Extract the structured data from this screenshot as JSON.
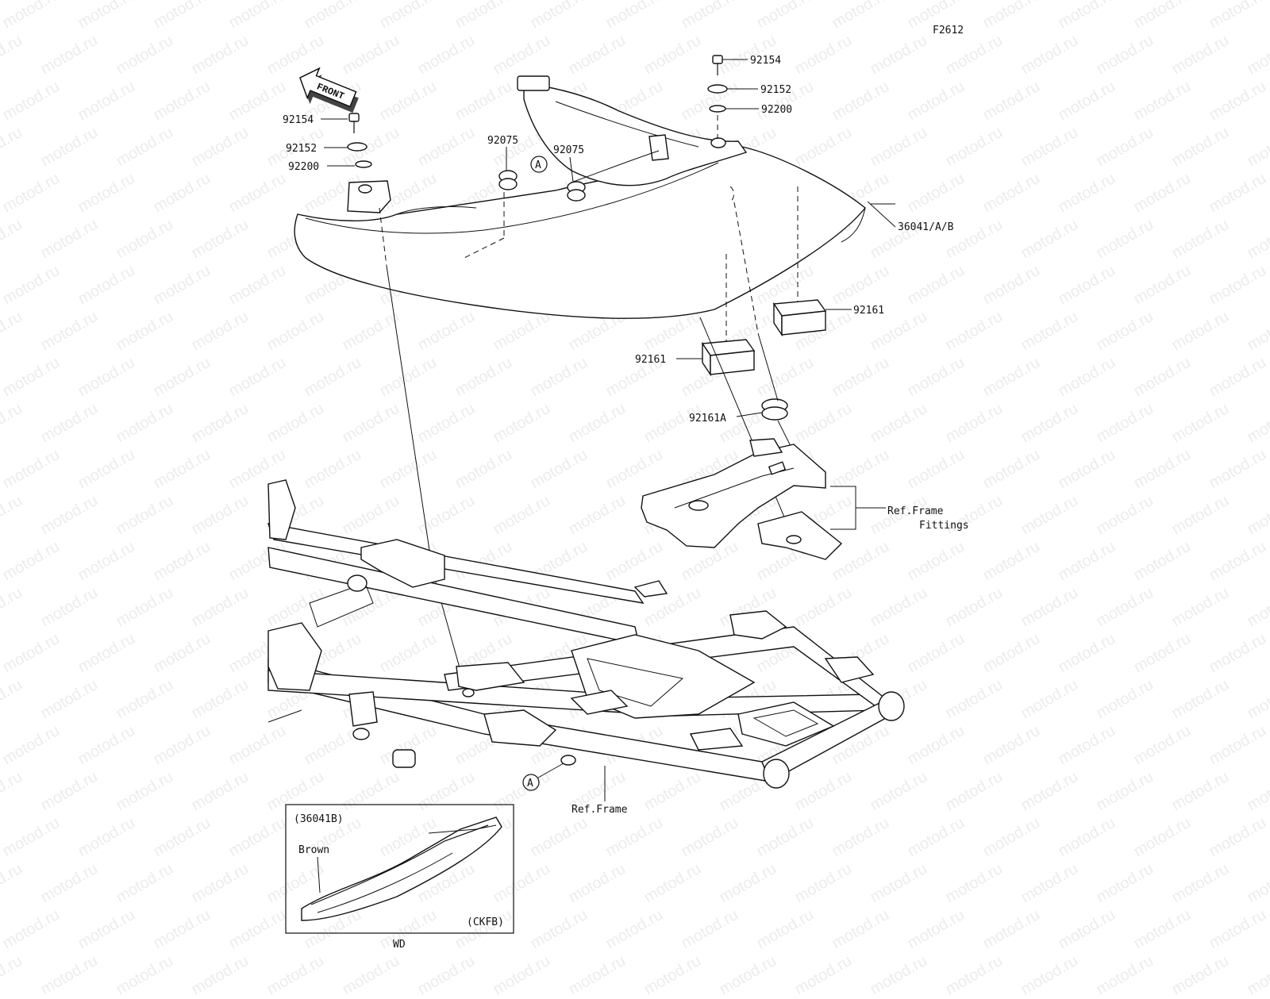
{
  "figure_code": "F2612",
  "front_arrow_label": "FRONT",
  "watermark": "motod.ru",
  "callouts": {
    "bolt_right": "92154",
    "washer_right": "92152",
    "collar_right": "92200",
    "bolt_left": "92154",
    "washer_left": "92152",
    "collar_left": "92200",
    "grommet_left": "92075",
    "grommet_right": "92075",
    "cover": "36041/A/B",
    "pad_upper": "92161",
    "pad_lower": "92161",
    "grommet_lower": "92161A",
    "frame_fittings_line1": "Ref.Frame",
    "frame_fittings_line2": "Fittings",
    "frame": "Ref.Frame",
    "ref_a_top": "A",
    "ref_a_bottom": "A"
  },
  "inset": {
    "part_no": "(36041B)",
    "color_label": "Brown",
    "variant_code": "(CKFB)",
    "caption": "WD"
  }
}
